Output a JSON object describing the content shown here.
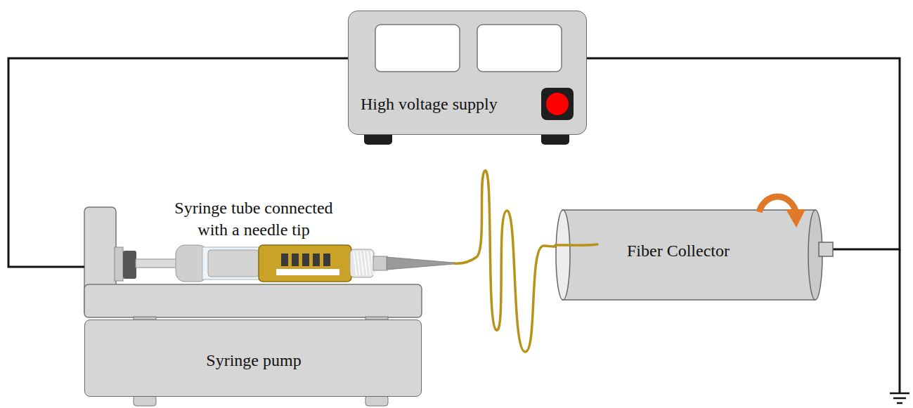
{
  "diagram": {
    "nodes": [
      {
        "text": [
          "High voltage supply"
        ]
      },
      {
        "text": [
          "Syringe pump"
        ]
      },
      {
        "text": [
          "Fiber Collector"
        ]
      }
    ],
    "edges": [
      {
        "from": 0,
        "to": 1,
        "arrow": "none"
      },
      {
        "from": 0,
        "to": 2,
        "arrow": "none"
      }
    ],
    "labels": [
      "Syringe tube connected with a needle tip"
    ]
  }
}
